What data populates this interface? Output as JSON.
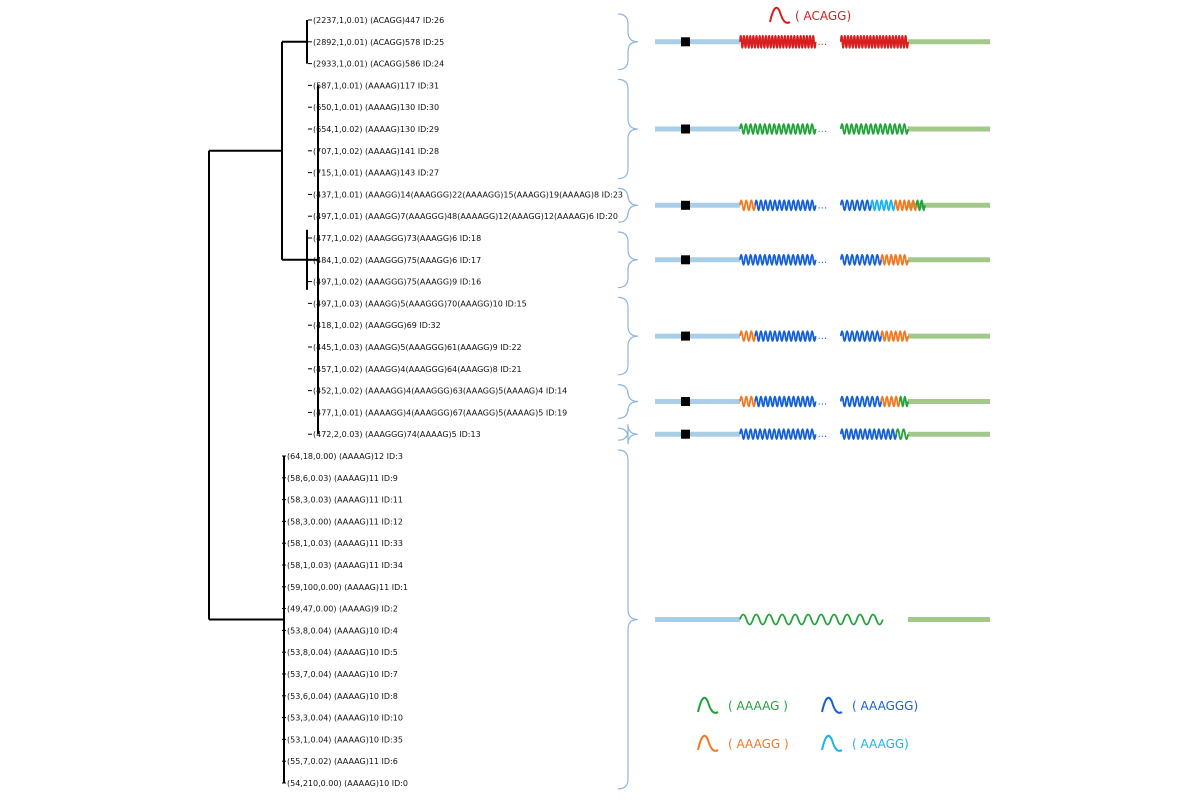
{
  "colors": {
    "AAAAG": "#22a33a",
    "AAAGGG": "#1560d4",
    "AAAGG": "#f07a22",
    "AAAGG_light": "#18b4ea",
    "ACAGG": "#d71f20",
    "flank_left": "#a9cfe8",
    "flank_right": "#a3c98a",
    "tree": "#000000",
    "brace": "#8fb5dd"
  },
  "leaves": [
    {
      "label": "(2237,1,0.01) (ACAGG)447 ID:26"
    },
    {
      "label": "(2892,1,0.01) (ACAGG)578 ID:25"
    },
    {
      "label": "(2933,1,0.01) (ACAGG)586 ID:24"
    },
    {
      "label": "(587,1,0.01) (AAAAG)117 ID:31"
    },
    {
      "label": "(650,1,0.01) (AAAAG)130 ID:30"
    },
    {
      "label": "(654,1,0.02) (AAAAG)130 ID:29"
    },
    {
      "label": "(707,1,0.02) (AAAAG)141 ID:28"
    },
    {
      "label": "(715,1,0.01) (AAAAG)143 ID:27"
    },
    {
      "label": "(437,1,0.01) (AAAGG)14(AAAGGG)22(AAAAGG)15(AAAGG)19(AAAAG)8 ID:23"
    },
    {
      "label": "(497,1,0.01) (AAAGG)7(AAAGGG)48(AAAAGG)12(AAAGG)12(AAAAG)6 ID:20"
    },
    {
      "label": "(477,1,0.02) (AAAGGG)73(AAAGG)6 ID:18"
    },
    {
      "label": "(484,1,0.02) (AAAGGG)75(AAAGG)6 ID:17"
    },
    {
      "label": "(497,1,0.02) (AAAGGG)75(AAAGG)9 ID:16"
    },
    {
      "label": "(497,1,0.03) (AAAGG)5(AAAGGG)70(AAAGG)10 ID:15"
    },
    {
      "label": "(418,1,0.02) (AAAGGG)69 ID:32"
    },
    {
      "label": "(445,1,0.03) (AAAGG)5(AAAGGG)61(AAAGG)9 ID:22"
    },
    {
      "label": "(457,1,0.02) (AAAGG)4(AAAGGG)64(AAAGG)8 ID:21"
    },
    {
      "label": "(452,1,0.02) (AAAAGG)4(AAAGGG)63(AAAGG)5(AAAAG)4 ID:14"
    },
    {
      "label": "(477,1,0.01) (AAAAGG)4(AAAGGG)67(AAAGG)5(AAAAG)5 ID:19"
    },
    {
      "label": "(472,2,0.03) (AAAGGG)74(AAAAG)5 ID:13"
    },
    {
      "label": "(64,18,0.00) (AAAAG)12 ID:3"
    },
    {
      "label": "(58,6,0.03) (AAAAG)11 ID:9"
    },
    {
      "label": "(58,3,0.03) (AAAAG)11 ID:11"
    },
    {
      "label": "(58,3,0.00) (AAAAG)11 ID:12"
    },
    {
      "label": "(58,1,0.03) (AAAAG)11 ID:33"
    },
    {
      "label": "(58,1,0.03) (AAAAG)11 ID:34"
    },
    {
      "label": "(59,100,0.00) (AAAAG)11 ID:1"
    },
    {
      "label": "(49,47,0.00) (AAAAG)9 ID:2"
    },
    {
      "label": "(53,8,0.04) (AAAAG)10 ID:4"
    },
    {
      "label": "(53,8,0.04) (AAAAG)10 ID:5"
    },
    {
      "label": "(53,7,0.04) (AAAAG)10 ID:7"
    },
    {
      "label": "(53,6,0.04) (AAAAG)10 ID:8"
    },
    {
      "label": "(53,3,0.04) (AAAAG)10 ID:10"
    },
    {
      "label": "(53,1,0.04) (AAAAG)10 ID:35"
    },
    {
      "label": "(55,7,0.02) (AAAAG)11 ID:6"
    },
    {
      "label": "(54,210,0.00) (AAAAG)10 ID:0"
    }
  ],
  "groups": [
    {
      "leaf_range": [
        0,
        2
      ],
      "segments": [
        [
          "ACAGG",
          0.45
        ],
        [
          "ACAGG",
          0.4
        ]
      ]
    },
    {
      "leaf_range": [
        3,
        7
      ],
      "segments": [
        [
          "AAAAG",
          0.45
        ],
        [
          "AAAAG",
          0.4
        ]
      ]
    },
    {
      "leaf_range": [
        8,
        9
      ],
      "segments": [
        [
          "AAAGG",
          0.09
        ],
        [
          "AAAGGG",
          0.36
        ],
        [
          "AAAGGG",
          0.18
        ],
        [
          "AAAGG_light",
          0.14
        ],
        [
          "AAAGG",
          0.13
        ],
        [
          "AAAAG",
          0.05
        ]
      ]
    },
    {
      "leaf_range": [
        10,
        12
      ],
      "segments": [
        [
          "AAAGGG",
          0.45
        ],
        [
          "AAAGGG",
          0.24
        ],
        [
          "AAAGG",
          0.16
        ]
      ]
    },
    {
      "leaf_range": [
        13,
        16
      ],
      "segments": [
        [
          "AAAGG",
          0.09
        ],
        [
          "AAAGGG",
          0.36
        ],
        [
          "AAAGGG",
          0.24
        ],
        [
          "AAAGG",
          0.16
        ]
      ]
    },
    {
      "leaf_range": [
        17,
        18
      ],
      "segments": [
        [
          "AAAGG",
          0.09
        ],
        [
          "AAAGGG",
          0.36
        ],
        [
          "AAAGGG",
          0.24
        ],
        [
          "AAAGG",
          0.11
        ],
        [
          "AAAAG",
          0.05
        ]
      ]
    },
    {
      "leaf_range": [
        19,
        19
      ],
      "segments": [
        [
          "AAAGGG",
          0.45
        ],
        [
          "AAAGGG",
          0.33
        ],
        [
          "AAAAG",
          0.07
        ]
      ]
    },
    {
      "leaf_range": [
        20,
        35
      ],
      "segments": [
        [
          "AAAAG",
          0.85
        ]
      ]
    }
  ],
  "top_legend": {
    "key": "ACAGG",
    "label": "( ACAGG)"
  },
  "legend": [
    {
      "key": "AAAAG",
      "label": "( AAAAG )"
    },
    {
      "key": "AAAGGG",
      "label": "( AAAGGG)"
    },
    {
      "key": "AAAGG",
      "label": "( AAAGG )"
    },
    {
      "key": "AAAGG_light",
      "label": "( AAAGG)"
    }
  ]
}
